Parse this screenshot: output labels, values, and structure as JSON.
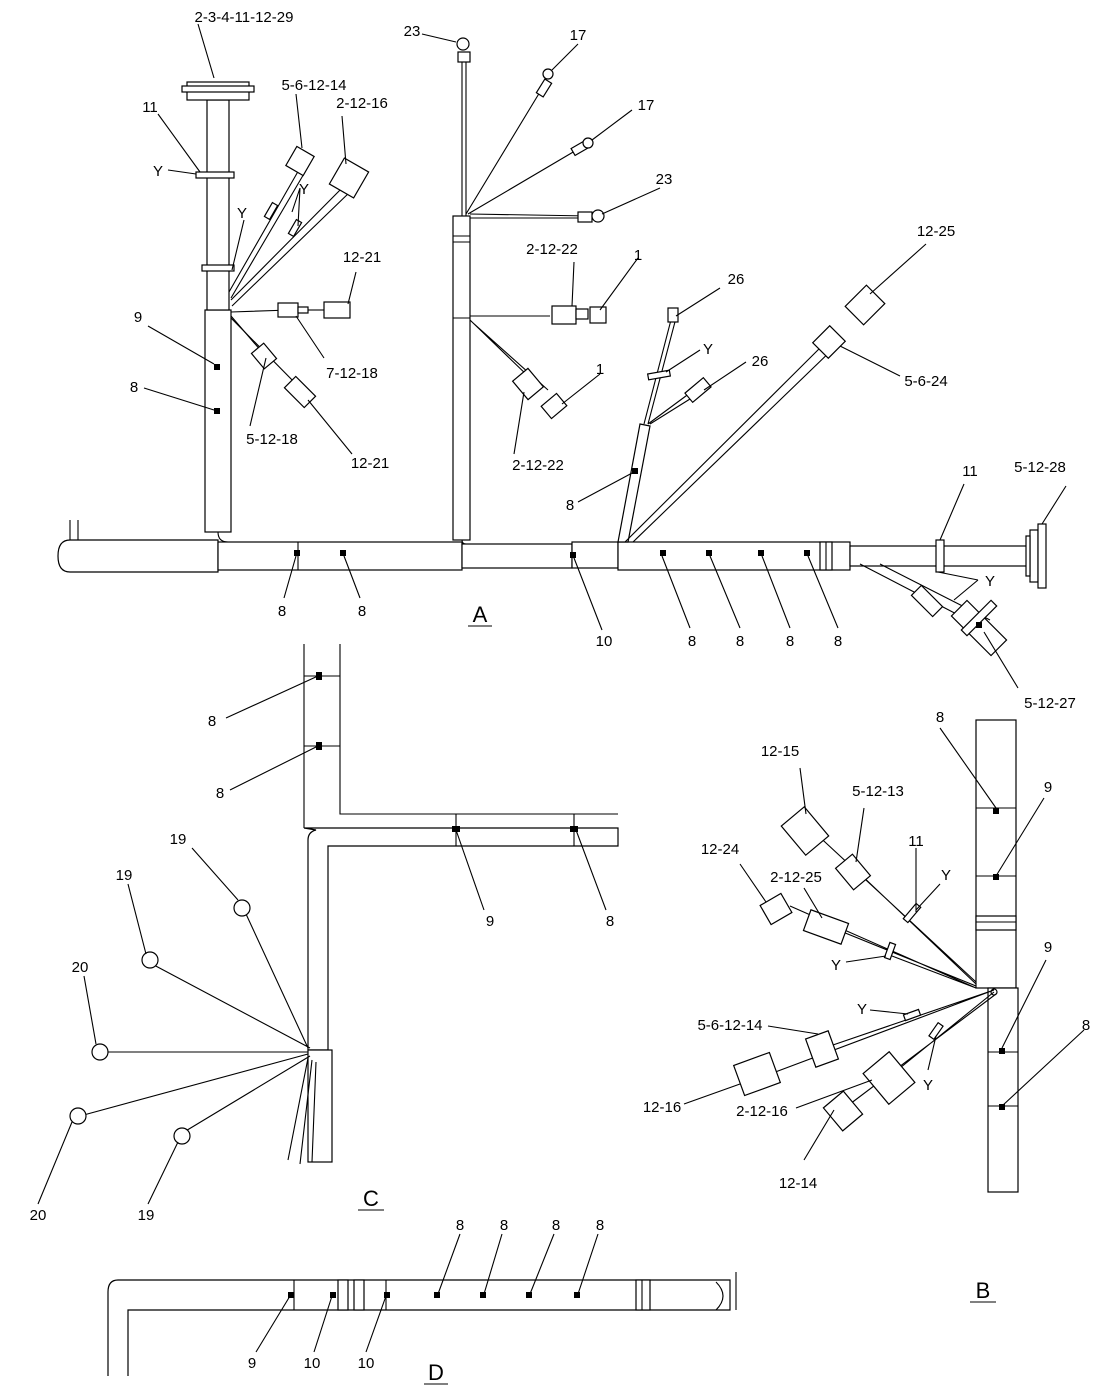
{
  "views": {
    "A": {
      "name": "A",
      "labels": [
        "2-3-4-11-12-29",
        "11",
        "Y",
        "5-6-12-14",
        "2-12-16",
        "Y",
        "Y",
        "12-21",
        "9",
        "8",
        "7-12-18",
        "5-12-18",
        "12-21",
        "23",
        "17",
        "17",
        "23",
        "2-12-22",
        "1",
        "1",
        "2-12-22",
        "26",
        "Y",
        "26",
        "12-25",
        "5-6-24",
        "8",
        "11",
        "5-12-28",
        "Y",
        "5-12-27",
        "8",
        "8",
        "10",
        "8",
        "8",
        "8",
        "8"
      ]
    },
    "B": {
      "name": "B",
      "labels": [
        "8",
        "9",
        "12-15",
        "5-12-13",
        "11",
        "Y",
        "12-24",
        "2-12-25",
        "Y",
        "9",
        "Y",
        "5-6-12-14",
        "8",
        "Y",
        "12-16",
        "2-12-16",
        "12-14"
      ]
    },
    "C": {
      "name": "C",
      "labels": [
        "8",
        "8",
        "19",
        "19",
        "20",
        "9",
        "8",
        "20",
        "19"
      ]
    },
    "D": {
      "name": "D",
      "labels": [
        "8",
        "8",
        "8",
        "8",
        "9",
        "10",
        "10"
      ]
    }
  }
}
